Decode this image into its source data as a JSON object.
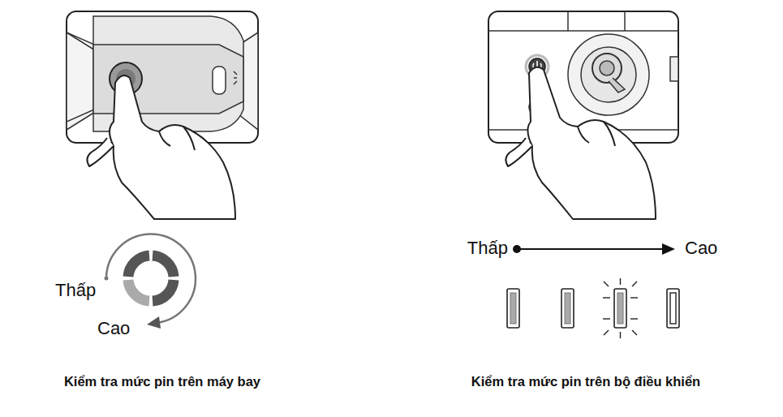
{
  "diagram": {
    "labels": [
      "Thấp",
      "Cao",
      "Kiểm tra mức pin trên máy bay",
      "Thấp",
      "Cao",
      "Kiểm tra mức pin trên bộ điều khiển"
    ]
  }
}
